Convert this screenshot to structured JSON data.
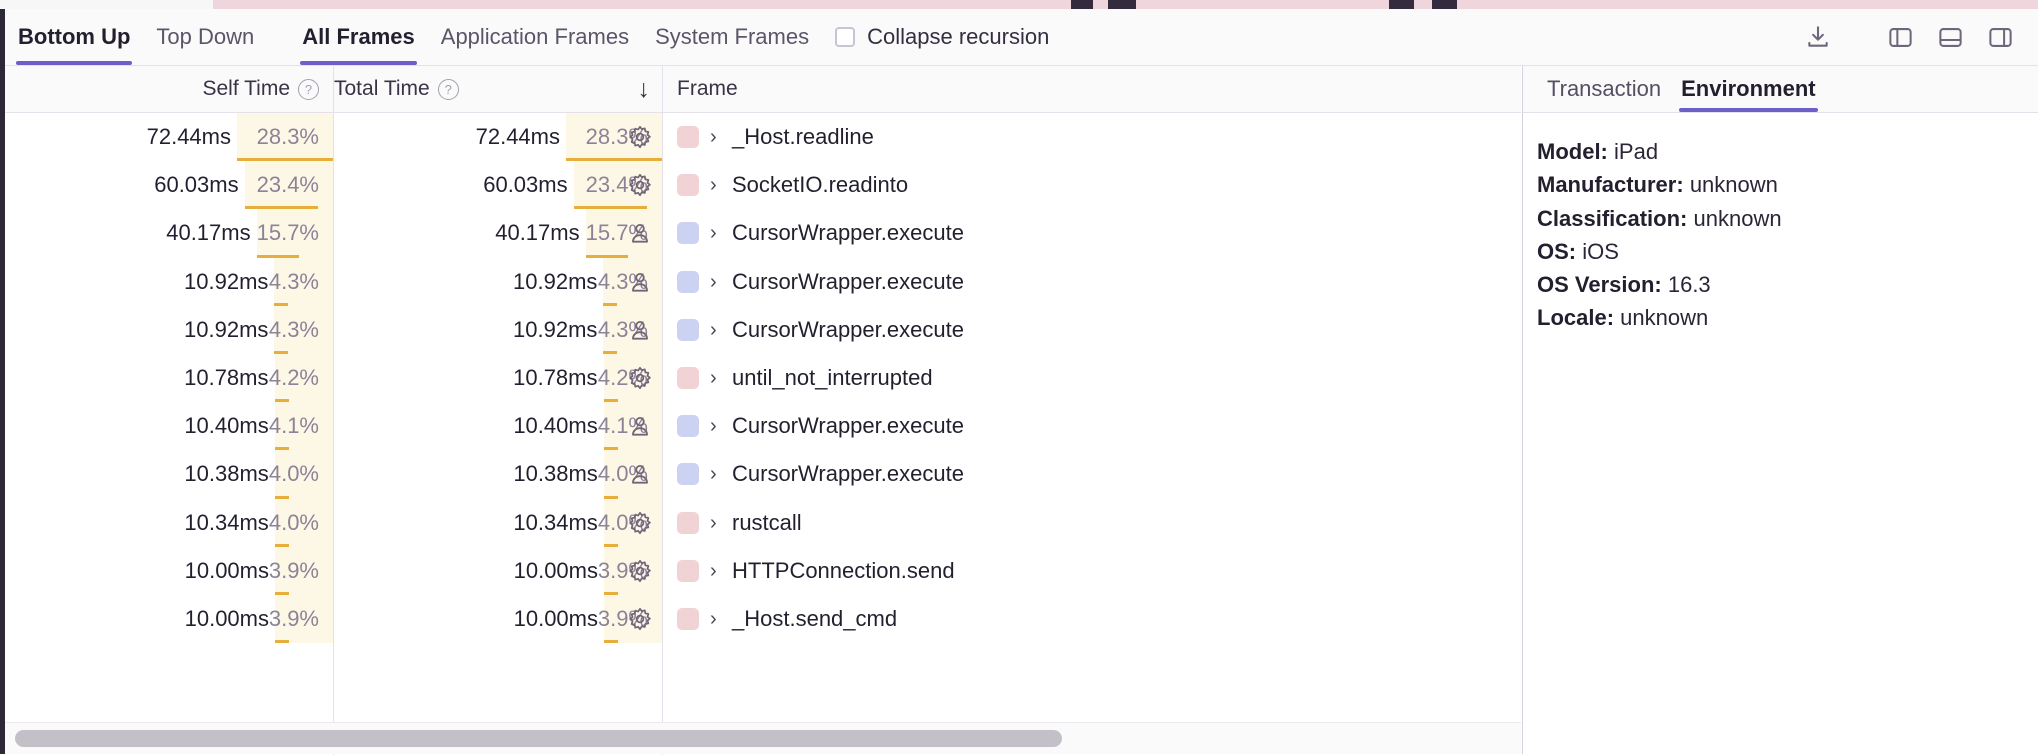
{
  "toolbar": {
    "tabs_view": [
      {
        "label": "Bottom Up",
        "active": true
      },
      {
        "label": "Top Down",
        "active": false
      }
    ],
    "tabs_frames": [
      {
        "label": "All Frames",
        "active": true
      },
      {
        "label": "Application Frames",
        "active": false
      },
      {
        "label": "System Frames",
        "active": false
      }
    ],
    "collapse_recursion_label": "Collapse recursion",
    "collapse_recursion_checked": false,
    "icons": [
      {
        "name": "download-icon"
      },
      {
        "name": "layout-left-panel-icon"
      },
      {
        "name": "layout-bottom-panel-icon"
      },
      {
        "name": "layout-right-panel-icon"
      }
    ]
  },
  "table": {
    "columns": {
      "self_time": "Self Time",
      "total_time": "Total Time",
      "frame": "Frame",
      "sort_indicator": "↓",
      "help_glyph": "?"
    },
    "rows": [
      {
        "self_time": "72.44ms",
        "self_pct": "28.3%",
        "self_pct_value": 28.3,
        "total_time": "72.44ms",
        "total_pct": "28.3%",
        "total_pct_value": 28.3,
        "frame_type": "system",
        "swatch_color": "#f2d3d5",
        "frame": "_Host.readline"
      },
      {
        "self_time": "60.03ms",
        "self_pct": "23.4%",
        "self_pct_value": 23.4,
        "total_time": "60.03ms",
        "total_pct": "23.4%",
        "total_pct_value": 23.4,
        "frame_type": "system",
        "swatch_color": "#f2d3d5",
        "frame": "SocketIO.readinto"
      },
      {
        "self_time": "40.17ms",
        "self_pct": "15.7%",
        "self_pct_value": 15.7,
        "total_time": "40.17ms",
        "total_pct": "15.7%",
        "total_pct_value": 15.7,
        "frame_type": "application",
        "swatch_color": "#ccd2f2",
        "frame": "CursorWrapper.execute"
      },
      {
        "self_time": "10.92ms",
        "self_pct": "4.3%",
        "self_pct_value": 4.3,
        "total_time": "10.92ms",
        "total_pct": "4.3%",
        "total_pct_value": 4.3,
        "frame_type": "application",
        "swatch_color": "#ccd2f2",
        "frame": "CursorWrapper.execute"
      },
      {
        "self_time": "10.92ms",
        "self_pct": "4.3%",
        "self_pct_value": 4.3,
        "total_time": "10.92ms",
        "total_pct": "4.3%",
        "total_pct_value": 4.3,
        "frame_type": "application",
        "swatch_color": "#ccd2f2",
        "frame": "CursorWrapper.execute"
      },
      {
        "self_time": "10.78ms",
        "self_pct": "4.2%",
        "self_pct_value": 4.2,
        "total_time": "10.78ms",
        "total_pct": "4.2%",
        "total_pct_value": 4.2,
        "frame_type": "system",
        "swatch_color": "#f2d3d5",
        "frame": "until_not_interrupted"
      },
      {
        "self_time": "10.40ms",
        "self_pct": "4.1%",
        "self_pct_value": 4.1,
        "total_time": "10.40ms",
        "total_pct": "4.1%",
        "total_pct_value": 4.1,
        "frame_type": "application",
        "swatch_color": "#ccd2f2",
        "frame": "CursorWrapper.execute"
      },
      {
        "self_time": "10.38ms",
        "self_pct": "4.0%",
        "self_pct_value": 4.0,
        "total_time": "10.38ms",
        "total_pct": "4.0%",
        "total_pct_value": 4.0,
        "frame_type": "application",
        "swatch_color": "#ccd2f2",
        "frame": "CursorWrapper.execute"
      },
      {
        "self_time": "10.34ms",
        "self_pct": "4.0%",
        "self_pct_value": 4.0,
        "total_time": "10.34ms",
        "total_pct": "4.0%",
        "total_pct_value": 4.0,
        "frame_type": "system",
        "swatch_color": "#f2d3d5",
        "frame": "rustcall"
      },
      {
        "self_time": "10.00ms",
        "self_pct": "3.9%",
        "self_pct_value": 3.9,
        "total_time": "10.00ms",
        "total_pct": "3.9%",
        "total_pct_value": 3.9,
        "frame_type": "system",
        "swatch_color": "#f2d3d5",
        "frame": "HTTPConnection.send"
      },
      {
        "self_time": "10.00ms",
        "self_pct": "3.9%",
        "self_pct_value": 3.9,
        "total_time": "10.00ms",
        "total_pct": "3.9%",
        "total_pct_value": 3.9,
        "frame_type": "system",
        "swatch_color": "#f2d3d5",
        "frame": "_Host.send_cmd"
      }
    ],
    "expand_chevron": "›"
  },
  "detail": {
    "tabs": [
      {
        "label": "Transaction",
        "active": false
      },
      {
        "label": "Environment",
        "active": true
      }
    ],
    "fields": [
      {
        "key": "Model:",
        "value": "iPad"
      },
      {
        "key": "Manufacturer:",
        "value": "unknown"
      },
      {
        "key": "Classification:",
        "value": "unknown"
      },
      {
        "key": "OS:",
        "value": "iOS"
      },
      {
        "key": "OS Version:",
        "value": "16.3"
      },
      {
        "key": "Locale:",
        "value": "unknown"
      }
    ]
  },
  "colors": {
    "accent_purple": "#6c5fc7",
    "highlight_yellow": "#fdf8e6",
    "bar_orange": "#e8ae3c",
    "system_swatch": "#f2d3d5",
    "application_swatch": "#ccd2f2"
  }
}
